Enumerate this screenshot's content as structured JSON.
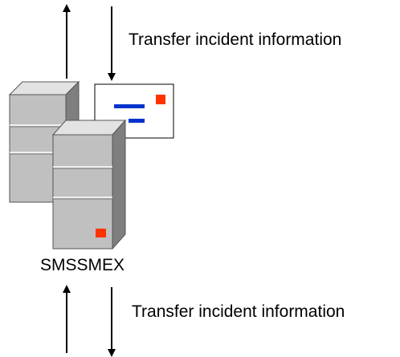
{
  "top_flow": {
    "label": "Transfer incident information"
  },
  "server": {
    "name": "SMSSMEX"
  },
  "bottom_flow": {
    "label": "Transfer incident information"
  },
  "colors": {
    "server_front": "#c0c0c0",
    "server_side": "#7f7f7f",
    "server_top": "#e3e3e3",
    "status_light": "#ff3300",
    "message_bar": "#0033cc",
    "message_stamp": "#ff3300",
    "arrow": "#000000"
  },
  "icons": {
    "message": "envelope-icon",
    "server": "server-icon"
  }
}
